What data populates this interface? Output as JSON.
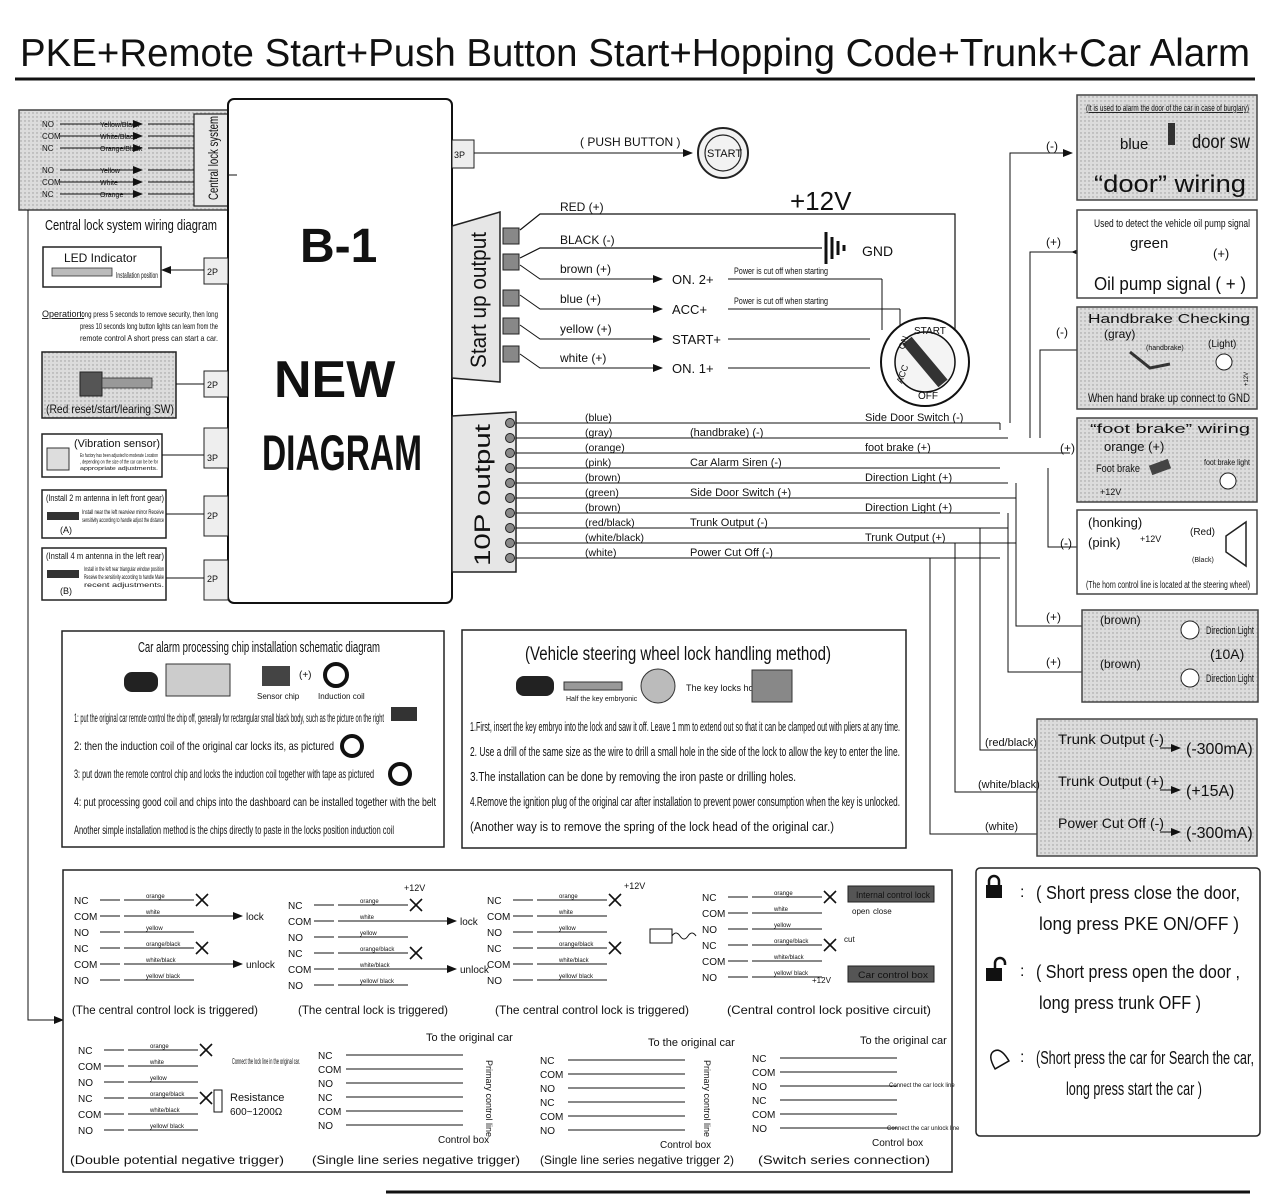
{
  "title": "PKE+Remote Start+Push Button Start+Hopping Code+Trunk+Car Alarm",
  "module": {
    "line1": "B-1",
    "line2": "NEW",
    "line3": "DIAGRAM"
  },
  "connectors": {
    "p3": "3P",
    "p2": "2P",
    "startup_output": "Start up output",
    "tenp_output": "10P output"
  },
  "central_lock": {
    "caption": "Central lock system wiring  diagram",
    "vertical": "Central lock system",
    "rows": [
      {
        "term": "NO",
        "wire": "Yellow/Black"
      },
      {
        "term": "COM",
        "wire": "White/Black"
      },
      {
        "term": "NC",
        "wire": "Orange/Black"
      },
      {
        "term": "NO",
        "wire": "Yellow"
      },
      {
        "term": "COM",
        "wire": "White"
      },
      {
        "term": "NC",
        "wire": "Orange"
      }
    ]
  },
  "led": {
    "title": "LED  Indicator",
    "sub": "Installation position"
  },
  "operation": {
    "label": "Operation:",
    "lines": [
      "long press 5 seconds to remove security, then long",
      "press  10 seconds long button lights can learn from the",
      "remote control  A short press can start a car."
    ]
  },
  "reset_sw": "(Red reset/start/learing SW)",
  "vibration": {
    "title": "(Vibration sensor)",
    "lines": [
      "Ex factory has been adjusted to moderate Location",
      ", depending on the size of the car can be be for",
      "appropriate adjustments."
    ]
  },
  "antenna_a": {
    "title": "(Install 2 m antenna in left front gear)",
    "lines": [
      "Install near the left rearview mirror Receive",
      "sensitivity according to handle adjust the distance"
    ],
    "tag": "(A)"
  },
  "antenna_b": {
    "title": "(Install 4 m antenna in the left rear)",
    "lines": [
      "Install in the left rear triangular window position",
      "Receive the sensitivity according to handle Make",
      "recent adjustments."
    ],
    "tag": "(B)"
  },
  "push_button": {
    "label": "( PUSH BUTTON )",
    "button": "START"
  },
  "power": {
    "plus12": "+12V",
    "gnd": "GND",
    "red": "RED (+)",
    "black": "BLACK (-)"
  },
  "startup_wires": [
    {
      "wire": "brown  (+)",
      "target": "ON. 2+",
      "note": "Power is cut off  when starting"
    },
    {
      "wire": "blue  (+)",
      "target": "ACC+",
      "note": "Power is cut off  when starting"
    },
    {
      "wire": "yellow  (+)",
      "target": "START+",
      "note": ""
    },
    {
      "wire": "white  (+)",
      "target": "ON. 1+",
      "note": ""
    }
  ],
  "ignition": {
    "start": "START",
    "on": "ON",
    "acc": "ACC",
    "off": "OFF"
  },
  "tenp_wires": [
    {
      "color": "(blue)",
      "mid": "",
      "right": "Side Door Switch (-)"
    },
    {
      "color": "(gray)",
      "mid": "(handbrake) (-)",
      "right": ""
    },
    {
      "color": "(orange)",
      "mid": "",
      "right": "foot brake (+)"
    },
    {
      "color": "(pink)",
      "mid": "Car Alarm Siren (-)",
      "right": ""
    },
    {
      "color": "(brown)",
      "mid": "",
      "right": "Direction Light (+)"
    },
    {
      "color": "(green)",
      "mid": "Side  Door  Switch (+)",
      "right": ""
    },
    {
      "color": "(brown)",
      "mid": "",
      "right": "Direction Light (+)"
    },
    {
      "color": "(red/black)",
      "mid": "Trunk  Output (-)",
      "right": ""
    },
    {
      "color": "(white/black)",
      "mid": "",
      "right": "Trunk  Output (+)"
    },
    {
      "color": "(white)",
      "mid": "Power Cut Off (-)",
      "right": ""
    }
  ],
  "right_panels": {
    "door": {
      "note": "(It is used to alarm the door of the car in case of burglary)",
      "blue": "blue",
      "sw": "door sw",
      "title": "“door” wiring",
      "sign": "(-)"
    },
    "oil": {
      "note": "Used to detect the vehicle oil pump signal",
      "green": "green",
      "plus": "(+)",
      "title": "Oil pump signal ( + )",
      "sign": "(+)"
    },
    "handbrake": {
      "title": "Handbrake Checking",
      "gray": "(gray)",
      "small": "(handbrake)",
      "light": "(Light)",
      "v": "+12V",
      "note": "When hand brake up connect to GND",
      "sign": "(-)"
    },
    "footbrake": {
      "title": "“foot  brake”  wiring",
      "orange": "orange (+)",
      "fb": "Foot brake",
      "fbl": "foot brake light",
      "v": "+12V",
      "sign": "(+)"
    },
    "horn": {
      "honking": "(honking)",
      "pink": "(pink)",
      "v": "+12V",
      "red": "(Red)",
      "black": "(Black)",
      "note": "(The horn control line is located at the steering wheel)",
      "sign": "(-)"
    },
    "direction": {
      "brown1": "(brown)",
      "brown2": "(brown)",
      "dl1": "Direction Light",
      "amp": "(10A)",
      "dl2": "Direction Light",
      "sign1": "(+)",
      "sign2": "(+)"
    },
    "trunk": [
      {
        "wire": "(red/black)",
        "label": "Trunk  Output (-)",
        "value": "(-300mA)"
      },
      {
        "wire": "(white/black)",
        "label": "Trunk  Output (+)",
        "value": "(+15A)"
      },
      {
        "wire": "(white)",
        "label": "Power Cut Off (-)",
        "value": "(-300mA)"
      }
    ]
  },
  "chip_box": {
    "title": "Car alarm processing chip installation schematic diagram",
    "sensor": "Sensor chip",
    "coil": "Induction coil",
    "plus": "(+)",
    "lines": [
      "1: put the original car remote control the chip off, generally for rectangular small black body, such as the picture on the right",
      "2: then the induction coil of the original car locks its, as pictured",
      "3: put down the remote control chip and locks the induction coil together with tape as pictured",
      "4: put processing good coil and chips into the dashboard can be installed together with the belt",
      "Another simple installation method is the chips directly to paste in the locks position induction coil"
    ]
  },
  "steer_box": {
    "title": "(Vehicle steering wheel lock handling method)",
    "half": "Half the key embryonic",
    "hole": "The key locks hole",
    "lines": [
      "1.First, insert the key embryo into the lock and saw it off. Leave 1 mm to extend out so that it can be clamped out with pliers at any time.",
      "2. Use a drill of the same size as the wire to drill a small hole in the side of the lock to allow the key to enter the line.",
      "3.The installation can be done by removing the iron paste or drilling holes.",
      "4.Remove the ignition plug of the original car after installation to prevent power consumption when the key is unlocked.",
      "(Another way is to remove the spring of the lock head of the original car.)"
    ]
  },
  "lock_diagrams": {
    "terms6": [
      "NC",
      "COM",
      "NO",
      "NC",
      "COM",
      "NO"
    ],
    "terms5": [
      "NC",
      "COM",
      "NO",
      "NC",
      "COM",
      "NO"
    ],
    "wires": [
      "orange",
      "white",
      "yellow",
      "orange/black",
      "white/black",
      "yellow/ black"
    ],
    "lock": "lock",
    "unlock": "unlock",
    "plus12": "+12V",
    "internal": "Internal control lock",
    "open": "open",
    "close": "close",
    "cut": "cut",
    "car_box": "Car control box",
    "resist_note": "Connect the lock line in the original car.",
    "resist": "Resistance",
    "resist_val": "600~1200Ω",
    "to_car": "To the original car",
    "primary": "Primary control line",
    "control_box": "Control box",
    "conn_lock": "Connect the car lock line",
    "conn_unlock": "Connect the car unlock line",
    "captions": [
      "(The central control lock is triggered)",
      "(The central lock is triggered)",
      "(The central control lock is triggered)",
      "(Central control lock positive circuit)",
      "(Double potential negative trigger)",
      "(Single line series negative trigger)",
      "(Single line series negative trigger  2)",
      "(Switch series connection)"
    ]
  },
  "legend": [
    {
      "icon": "lock-closed-icon",
      "line1": "( Short press close the door,",
      "line2": "long press PKE ON/OFF )"
    },
    {
      "icon": "lock-open-icon",
      "line1": "( Short press open the door ,",
      "line2": "long press trunk OFF )"
    },
    {
      "icon": "bell-icon",
      "line1": "(Short press the car for Search the car,",
      "line2": "long press start the car )"
    }
  ],
  "colon": ":"
}
